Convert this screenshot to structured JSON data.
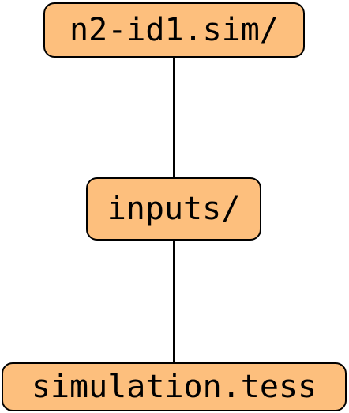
{
  "diagram": {
    "node_fill": "#fdbf7d",
    "node_border": "#000000",
    "edge_color": "#000000",
    "nodes": [
      {
        "id": "root",
        "label": "n2-id1.sim/"
      },
      {
        "id": "inputs",
        "label": "inputs/"
      },
      {
        "id": "tess",
        "label": "simulation.tess"
      }
    ],
    "edges": [
      {
        "from": "root",
        "to": "inputs"
      },
      {
        "from": "inputs",
        "to": "tess"
      }
    ]
  }
}
